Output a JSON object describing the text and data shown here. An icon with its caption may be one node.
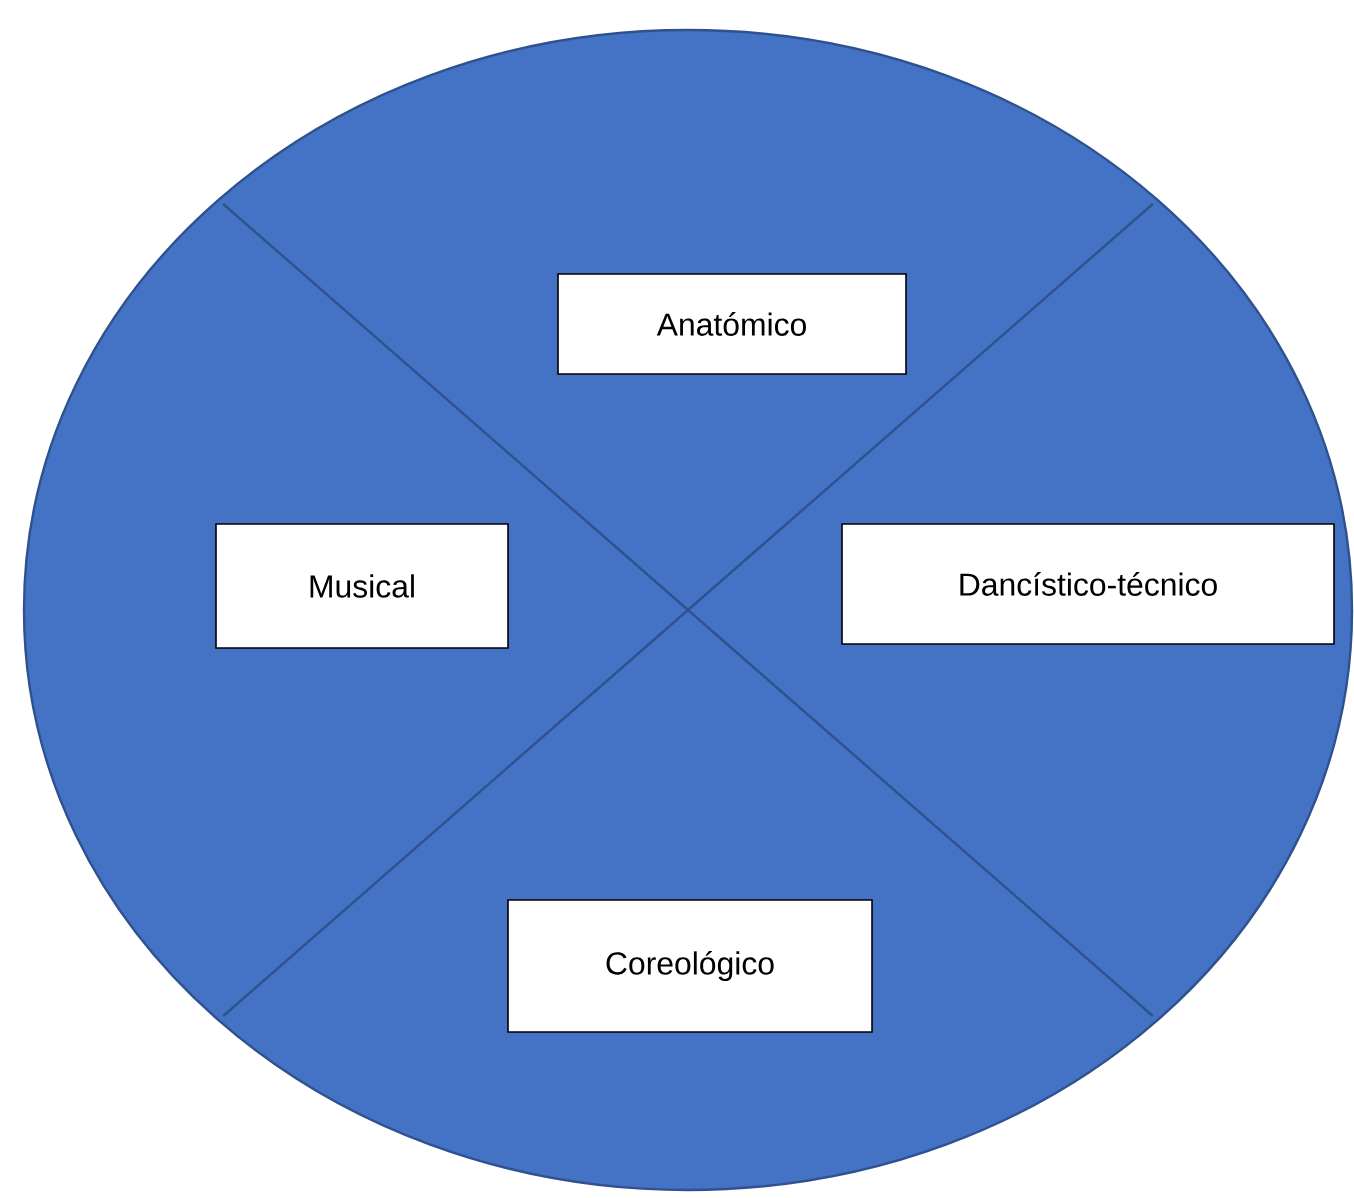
{
  "diagram": {
    "nodes": [
      {
        "text": [],
        "shape": "ellipse"
      },
      {
        "text": [
          "Anatómico"
        ],
        "in": 0
      },
      {
        "text": [
          "Musical"
        ],
        "in": 0
      },
      {
        "text": [
          "Dancístico-técnico"
        ],
        "in": 0
      },
      {
        "text": [
          "Coreológico"
        ],
        "in": 0
      }
    ]
  }
}
